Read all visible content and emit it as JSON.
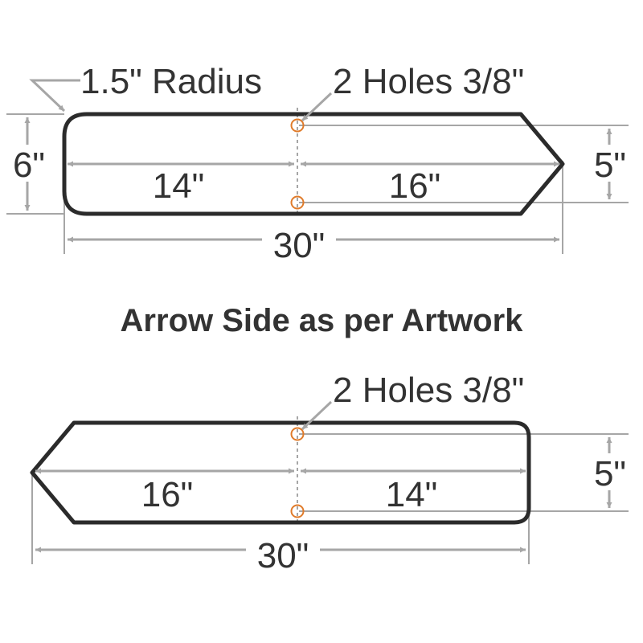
{
  "colors": {
    "outline": "#2b2b2b",
    "dimension": "#a6a6a6",
    "hole": "#e07b2a",
    "text": "#333333",
    "center_line": "#a6a6a6"
  },
  "top_sign": {
    "radius_label": "1.5\" Radius",
    "holes_label": "2 Holes 3/8\"",
    "height_label": "6\"",
    "arrow_height_label": "5\"",
    "left_length_label": "14\"",
    "right_length_label": "16\"",
    "total_length_label": "30\""
  },
  "caption": "Arrow Side as per Artwork",
  "bottom_sign": {
    "holes_label": "2 Holes 3/8\"",
    "arrow_height_label": "5\"",
    "left_length_label": "16\"",
    "right_length_label": "14\"",
    "total_length_label": "30\""
  }
}
